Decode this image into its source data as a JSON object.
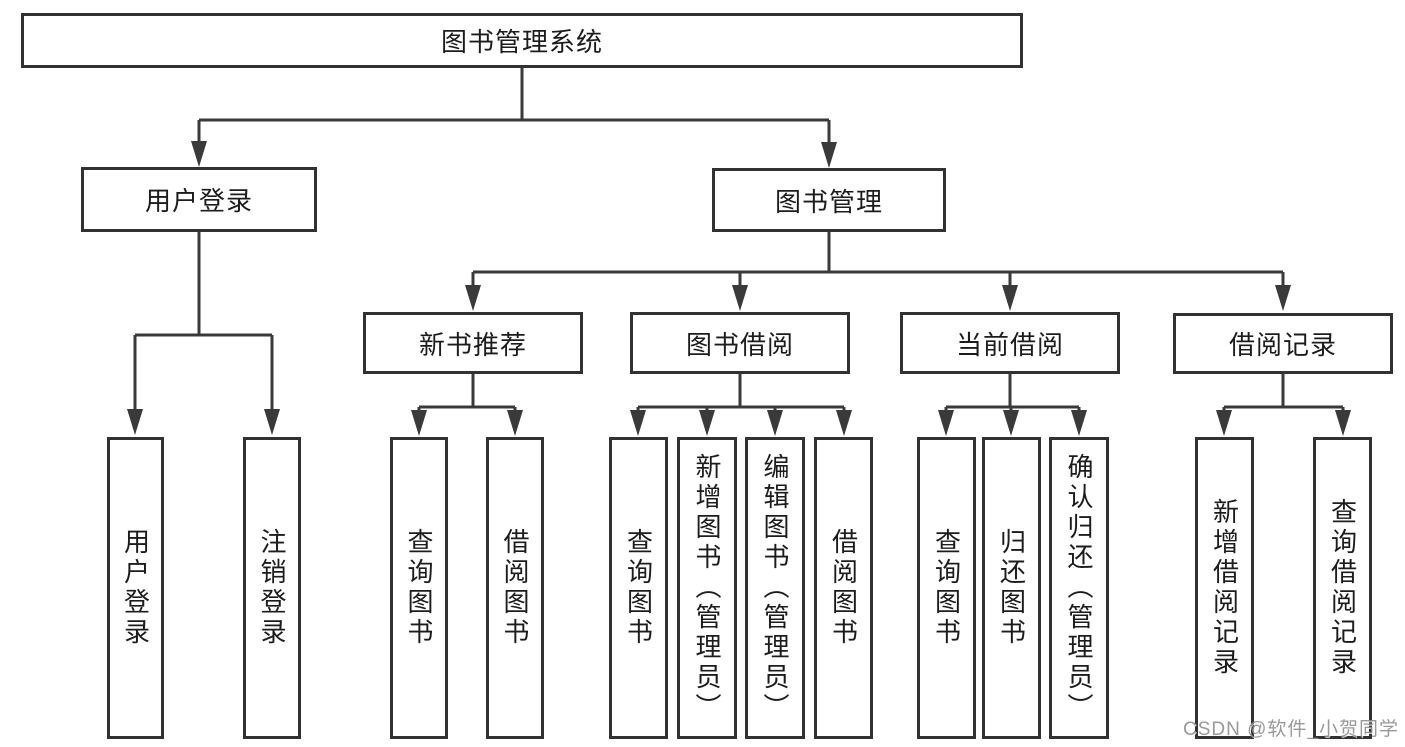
{
  "nodes": {
    "root": "图书管理系统",
    "user_login": "用户登录",
    "book_mgmt": "图书管理",
    "new_book_rec": "新书推荐",
    "book_borrowing": "图书借阅",
    "current_borrowing": "当前借阅",
    "borrowing_records": "借阅记录",
    "leaves": {
      "user_login": [
        "用户登录",
        "注销登录"
      ],
      "new_book_rec": [
        "查询图书",
        "借阅图书"
      ],
      "book_borrowing": [
        "查询图书",
        "新增图书（管理员）",
        "编辑图书（管理员）",
        "借阅图书"
      ],
      "current_borrowing": [
        "查询图书",
        "归还图书",
        "确认归还（管理员）"
      ],
      "borrowing_records": [
        "新增借阅记录",
        "查询借阅记录"
      ]
    }
  },
  "watermark": "CSDN @软件_小贺同学",
  "colors": {
    "line": "#3a3a3a",
    "border": "#323232",
    "text": "#1c1c1c",
    "watermark": "#8f8f8f",
    "background": "#ffffff"
  }
}
